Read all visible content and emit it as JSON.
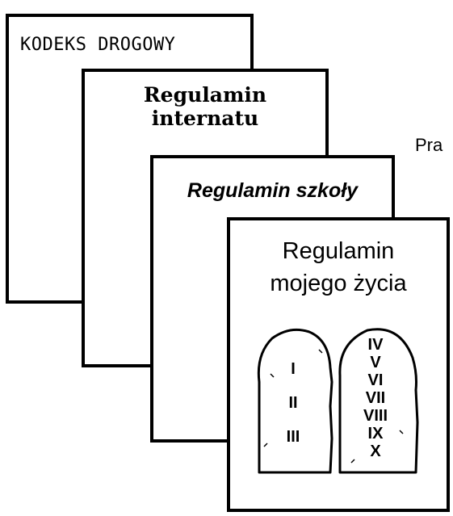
{
  "cards": {
    "road_code": "KODEKS DROGOWY",
    "dorm_rules": {
      "line1": "Regulamin",
      "line2": "internatu"
    },
    "school_rules": "Regulamin szkoły",
    "life_rules": {
      "line1": "Regulamin",
      "line2": "mojego życia"
    }
  },
  "tablets": {
    "left": [
      "I",
      "II",
      "III"
    ],
    "right": [
      "IV",
      "V",
      "VI",
      "VII",
      "VIII",
      "IX",
      "X"
    ]
  },
  "side_text": "Pra"
}
